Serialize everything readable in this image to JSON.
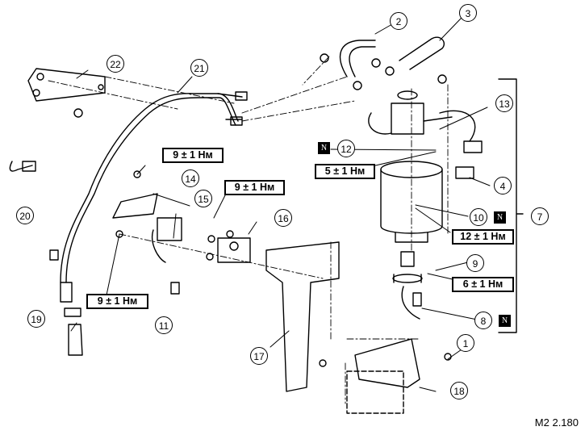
{
  "diagram": {
    "figure_id": "M2 2.180",
    "callouts": [
      "1",
      "2",
      "3",
      "4",
      "7",
      "8",
      "9",
      "10",
      "11",
      "12",
      "13",
      "14",
      "15",
      "16",
      "17",
      "18",
      "19",
      "20",
      "21",
      "22"
    ],
    "torques": {
      "t14": "9 ± 1 Нм",
      "t16": "9 ± 1 Нм",
      "t13": "9 ± 1 Нм",
      "t12": "5 ± 1 Нм",
      "t10": "12 ± 1 Нм",
      "t9": "6 ± 1 Нм"
    },
    "new_part_badge": "N"
  }
}
